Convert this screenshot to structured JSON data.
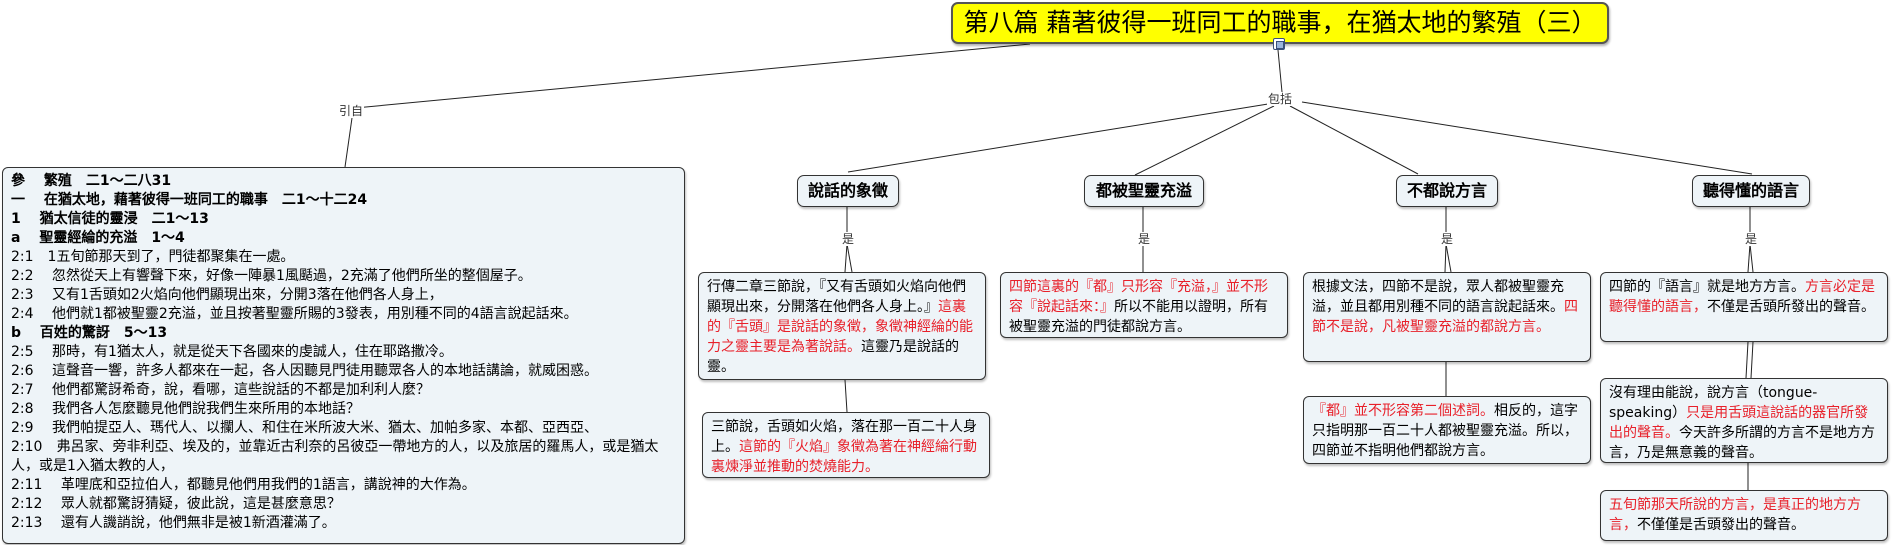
{
  "title": "第八篇 藉著彼得一班同工的職事，在猶太地的繁殖（三）",
  "link_labels": {
    "intro": "引自",
    "includes": "包括",
    "is": "是"
  },
  "outline": [
    {
      "text": "參　 繁殖　二1～二八31",
      "bold": true
    },
    {
      "text": "一　 在猶太地，藉著彼得一班同工的職事　二1～十二24",
      "bold": true
    },
    {
      "text": "1　 猶太信徒的靈浸　二1～13",
      "bold": true
    },
    {
      "text": "a　 聖靈經綸的充溢　1～4",
      "bold": true
    },
    {
      "text": "2:1　1五旬節那天到了，門徒都聚集在一處。",
      "bold": false
    },
    {
      "text": "2:2　 忽然從天上有響聲下來，好像一陣暴1風颳過，2充滿了他們所坐的整個屋子。",
      "bold": false
    },
    {
      "text": "2:3　 又有1舌頭如2火焰向他們顯現出來，分開3落在他們各人身上，",
      "bold": false
    },
    {
      "text": "2:4　 他們就1都被聖靈2充溢，並且按著聖靈所賜的3發表，用別種不同的4語言說起話來。",
      "bold": false
    },
    {
      "text": "b　 百姓的驚訝　5～13",
      "bold": true
    },
    {
      "text": "2:5　 那時，有1猶太人，就是從天下各國來的虔誠人，住在耶路撒冷。",
      "bold": false
    },
    {
      "text": "2:6　 這聲音一響，許多人都來在一起，各人因聽見門徒用聽眾各人的本地話講論，就威困惑。",
      "bold": false
    },
    {
      "text": "2:7　 他們都驚訝希奇，說，看哪，這些說話的不都是加利利人麼？",
      "bold": false
    },
    {
      "text": "2:8　 我們各人怎麼聽見他們說我們生來所用的本地話？",
      "bold": false
    },
    {
      "text": "2:9　 我們帕提亞人、瑪代人、以攔人、和住在米所波大米、猶太、加帕多家、本都、亞西亞、",
      "bold": false
    },
    {
      "text": "2:10　弗呂家、旁非利亞、埃及的，並靠近古利奈的呂彼亞一帶地方的人，以及旅居的羅馬人，或是猶太人，或是1入猶太教的人，",
      "bold": false,
      "wrap": true
    },
    {
      "text": "2:11　 革哩底和亞拉伯人，都聽見他們用我們的1語言，講說神的大作為。",
      "bold": false
    },
    {
      "text": "2:12　 眾人就都驚訝猜疑，彼此說，這是甚麼意思？",
      "bold": false
    },
    {
      "text": "2:13　 還有人譏誚說，他們無非是被1新酒灌滿了。",
      "bold": false
    }
  ],
  "concepts": {
    "c1": "說話的象徵",
    "c2": "都被聖靈充溢",
    "c3": "不都說方言",
    "c4": "聽得懂的語言"
  },
  "notes": {
    "n1": [
      {
        "t": "行傳二章三節說，『又有舌頭如火焰向他們顯現出來，分開落在他們各人身上。』",
        "red": false
      },
      {
        "t": "這裏的『舌頭』是說話的象徵，象徵神經綸的能力之靈主要是為著說話。",
        "red": true
      },
      {
        "t": "這靈乃是說話的靈。",
        "red": false
      }
    ],
    "n2": [
      {
        "t": "三節說，舌頭如火焰，落在那一百二十人身上。",
        "red": false
      },
      {
        "t": "這節的『火焰』象徵為著在神經綸行動裏煉淨並推動的焚燒能力。",
        "red": true
      }
    ],
    "n3": [
      {
        "t": "四節這裏的『都』只形容『充溢，』並不形容『說起話來：』",
        "red": true
      },
      {
        "t": "所以不能用以證明，所有被聖靈充溢的門徒都說方言。",
        "red": false
      }
    ],
    "n4": [
      {
        "t": "根據文法，四節不是說，眾人都被聖靈充溢，並且都用別種不同的語言說起話來。",
        "red": false
      },
      {
        "t": "四節不是說，凡被聖靈充溢的都說方言。",
        "red": true
      }
    ],
    "n5": [
      {
        "t": "『都』並不形容第二個述詞。",
        "red": true
      },
      {
        "t": "相反的，這字只指明那一百二十人都被聖靈充溢。所以，四節並不指明他們都說方言。",
        "red": false
      }
    ],
    "n6": [
      {
        "t": "四節的『語言』就是地方方言。",
        "red": false
      },
      {
        "t": "方言必定是聽得懂的語言，",
        "red": true
      },
      {
        "t": "不僅是舌頭所發出的聲音。",
        "red": false
      }
    ],
    "n7": [
      {
        "t": "沒有理由能說，說方言（tongue-speaking）",
        "red": false
      },
      {
        "t": "只是用舌頭這說話的器官所發出的聲音。",
        "red": true
      },
      {
        "t": "今天許多所謂的方言不是地方方言，乃是無意義的聲音。",
        "red": false
      }
    ],
    "n8": [
      {
        "t": "五旬節那天所說的方言，是真正的地方方言，",
        "red": true
      },
      {
        "t": "不僅僅是舌頭發出的聲音。",
        "red": false
      }
    ]
  }
}
